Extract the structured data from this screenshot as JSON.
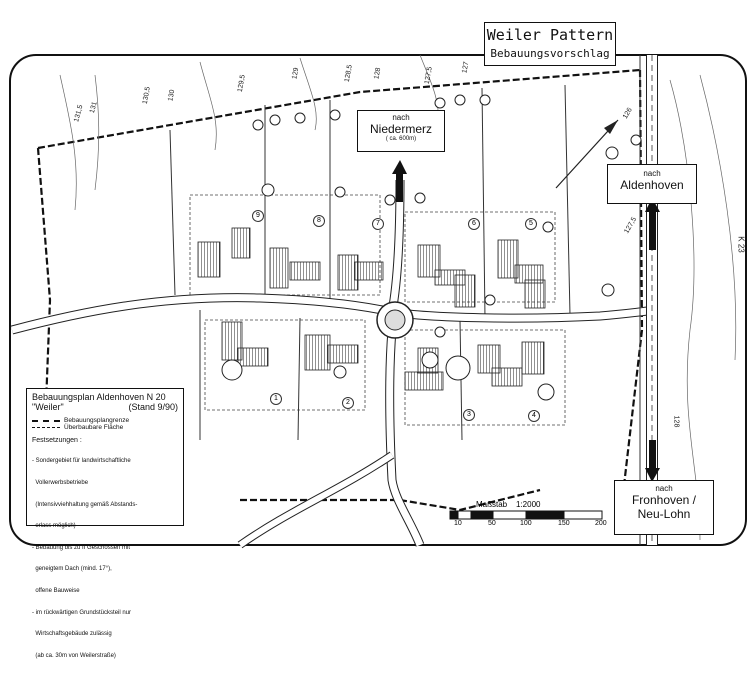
{
  "title": {
    "main": "Weiler Pattern",
    "sub": "Bebauungsvorschlag"
  },
  "directions": {
    "niedermerz": {
      "nach": "nach",
      "place": "Niedermerz",
      "dist": "( ca. 600m)"
    },
    "aldenhoven": {
      "nach": "nach",
      "place": "Aldenhoven"
    },
    "fronhoven": {
      "nach": "nach",
      "place": "Fronhoven /",
      "place2": "Neu-Lohn"
    }
  },
  "legend": {
    "plan_title": "Bebauungsplan Aldenhoven N 20",
    "plan_name": "\"Weiler\"",
    "plan_stand": "(Stand 9/90)",
    "lines": [
      {
        "style": "dashed-bold",
        "label": "Bebauungsplangrenze"
      },
      {
        "style": "dashed-thin",
        "label": "Überbaubare Fläche"
      }
    ],
    "festsetzungen_title": "Festsetzungen :",
    "festsetzungen": [
      "- Sondergebiet für landwirtschaftliche",
      "  Vollerwerbsbetriebe",
      "  (Intensivviehhaltung gemäß Abstands-",
      "  erlass möglich)",
      "- Bebauung bis zu II Geschossen mit",
      "  geneigtem Dach (mind. 17°),",
      "  offene Bauweise",
      "- im rückwärtigen Grundstücksteil nur",
      "  Wirtschaftsgebäude zulässig",
      "  (ab ca. 30m von Weilerstraße)"
    ]
  },
  "scale": {
    "label": "Maßstab",
    "ratio": "1:2000",
    "ticks": [
      "10",
      "50",
      "100",
      "150",
      "200"
    ]
  },
  "contours": [
    "131,5",
    "131",
    "130,5",
    "130",
    "129,5",
    "129",
    "128,5",
    "128",
    "127,5",
    "127",
    "126",
    "127,5",
    "128"
  ],
  "plots": [
    "1",
    "2",
    "3",
    "4",
    "5",
    "6",
    "7",
    "8",
    "9"
  ],
  "road_label": "K 23"
}
